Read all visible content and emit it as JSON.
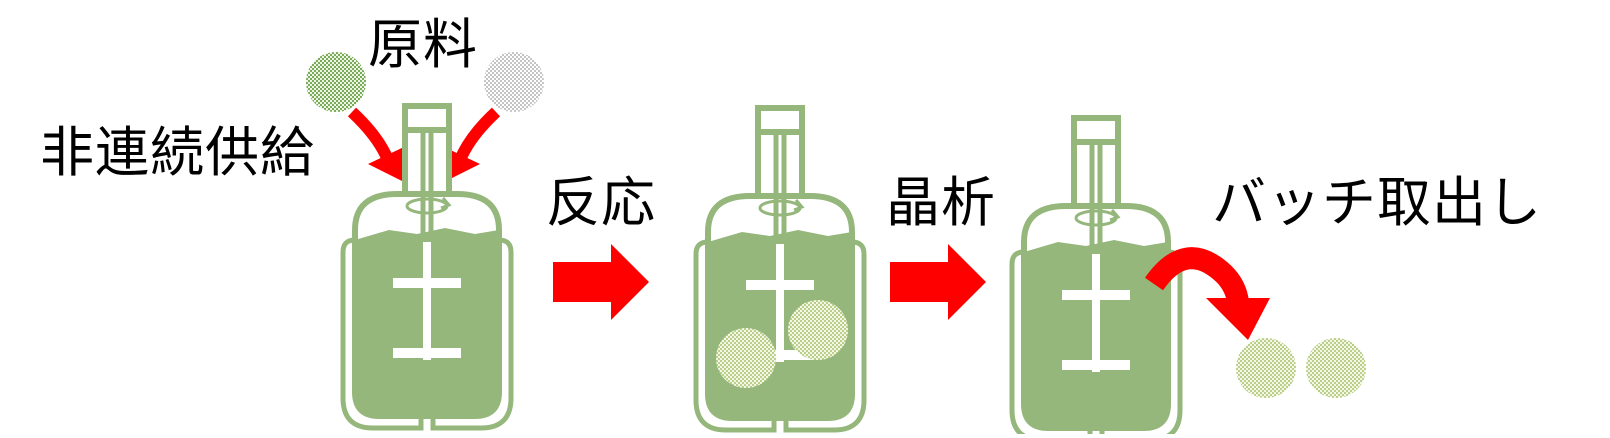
{
  "labels": {
    "raw_material": "原料",
    "intermittent_feed": "非連続供給",
    "reaction": "反応",
    "crystallization": "晶析",
    "batch_removal": "バッチ取出し"
  },
  "colors": {
    "vessel_green": "#95b77c",
    "arrow_red": "#ff0000",
    "particle_green": "#8fbb70",
    "particle_gray": "#c8c8c8",
    "particle_pale_green": "#c5d49a"
  },
  "icons": {
    "reactor": "reactor-vessel-icon",
    "stirrer": "stirrer-icon",
    "process_arrow": "arrow-right-icon",
    "feed_arrow": "curved-arrow-icon",
    "particle": "particle-icon"
  }
}
